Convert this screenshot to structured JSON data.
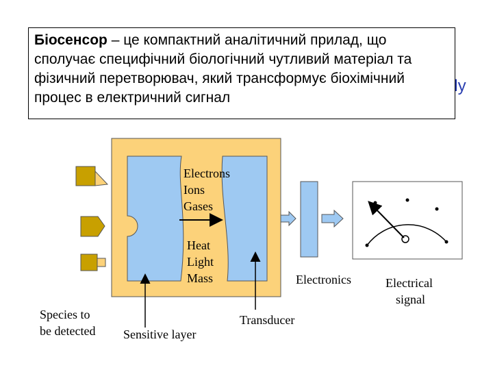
{
  "definition": {
    "term": "Біосенсор",
    "rest": " – це компактний аналітичний прилад, що сполучає специфічний біологічний чутливий матеріал та фізичний перетворювач, який трансформує біохімічний процес в електричний сигнал"
  },
  "hidden_tail": "ely",
  "labels": {
    "signals_top": [
      "Electrons",
      "Ions",
      "Gases"
    ],
    "signals_bottom": [
      "Heat",
      "Light",
      "Mass"
    ],
    "species": [
      "Species to",
      "be detected"
    ],
    "sensitive_layer": "Sensitive layer",
    "transducer": "Transducer",
    "electronics": "Electronics",
    "electrical_signal": [
      "Electrical",
      "signal"
    ]
  },
  "colors": {
    "housing": "#fcd27a",
    "layer": "#9ec9f2",
    "species": "#c8a000",
    "text": "#000000"
  }
}
